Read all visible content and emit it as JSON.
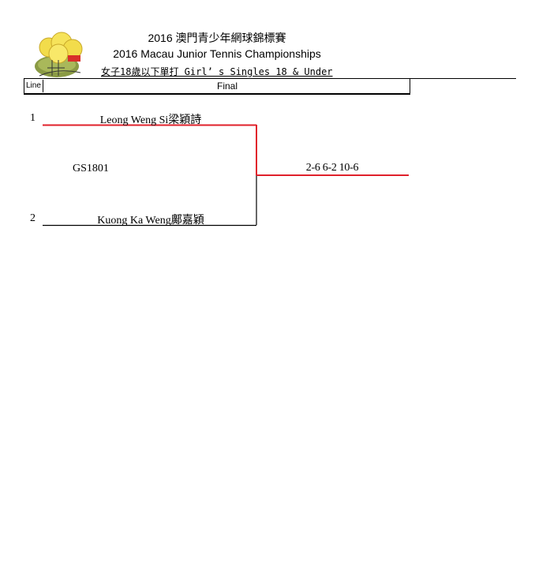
{
  "header": {
    "title_zh": "2016 澳門青少年網球錦標賽",
    "title_en": "2016 Macau Junior Tennis Championships",
    "event": "女子18歲以下單打 Girl’ s Singles 18 & Under"
  },
  "columns": {
    "line": "Line",
    "round": "Final"
  },
  "draw": {
    "entries": [
      {
        "line": "1",
        "name": "Leong Weng Si梁穎詩"
      },
      {
        "line": "2",
        "name": "Kuong Ka Weng鄺嘉穎"
      }
    ],
    "match_code": "GS1801",
    "score": "2-6 6-2 10-6"
  },
  "colors": {
    "winner_line": "#e0212b",
    "loser_line": "#000000",
    "logo_ball": "#f2dc4b",
    "logo_base": "#7b8a3c"
  }
}
